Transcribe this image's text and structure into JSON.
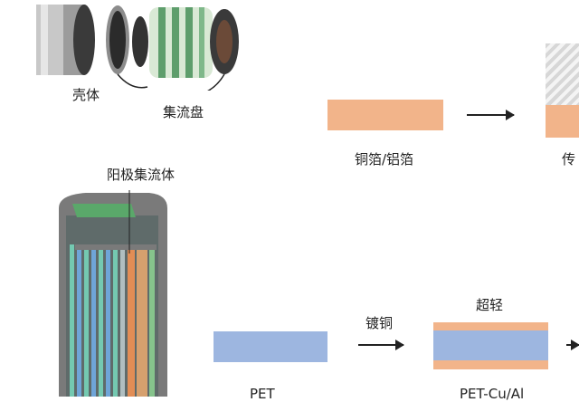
{
  "labels": {
    "shell": "壳体",
    "current_collector_disc": "集流盘",
    "foil": "铜箔/铝箔",
    "traditional_cut": "传",
    "anode_collector": "阳极集流体",
    "pet": "PET",
    "copper_plating": "镀铜",
    "ultralight": "超轻",
    "pet_cu_al": "PET-Cu/Al"
  },
  "colors": {
    "foil_orange": "#f2b48a",
    "pet_blue": "#9db6e0",
    "arrow": "#222222"
  }
}
